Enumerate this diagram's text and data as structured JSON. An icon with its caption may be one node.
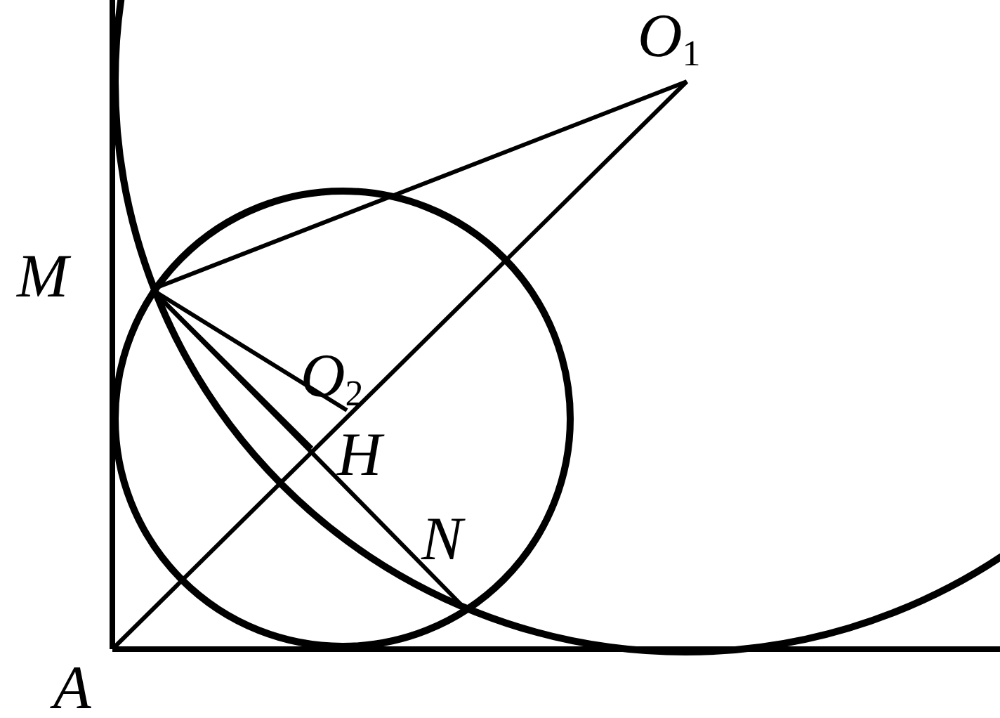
{
  "diagram": {
    "labels": [
      "O$_{1}$",
      "M",
      "O$_{2}$",
      "H",
      "N",
      "A"
    ]
  }
}
